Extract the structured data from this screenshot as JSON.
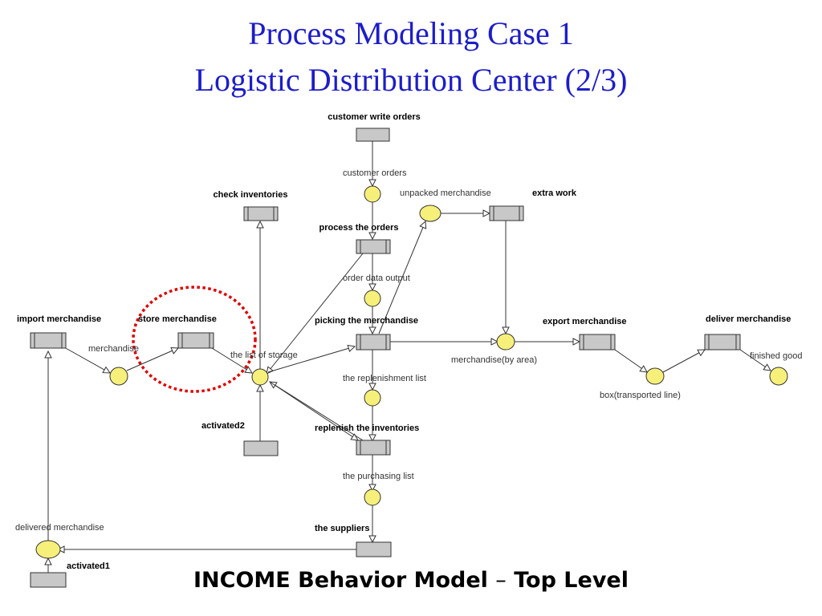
{
  "title_line1": "Process Modeling Case 1",
  "title_line2": "Logistic Distribution Center (2/3)",
  "caption": {
    "part1": "INCOME Behavior Model",
    "dash": "–",
    "part2": "Top Level"
  },
  "colors": {
    "title": "#1d1dc8",
    "place_fill": "#f6f07a",
    "transition_fill": "#c8c8c8",
    "highlight_circle": "#dd0000"
  },
  "transitions": {
    "customer_write_orders": "customer write orders",
    "check_inventories": "check inventories",
    "process_the_orders": "process the orders",
    "extra_work": "extra work",
    "import_merchandise": "import merchandise",
    "store_merchandise": "store merchandise",
    "picking_the_merchandise": "picking the merchandise",
    "export_merchandise": "export merchandise",
    "deliver_merchandise": "deliver merchandise",
    "activated2": "activated2",
    "replenish_the_inventories": "replenish the inventories",
    "the_suppliers": "the suppliers",
    "activated1": "activated1"
  },
  "places": {
    "customer_orders": "customer orders",
    "unpacked_merchandise": "unpacked merchandise",
    "order_data_output": "order data output",
    "merchandise": "merchandise",
    "the_list_of_storage": "the list of storage",
    "merchandise_by_area": "merchandise(by area)",
    "finished_good": "finished good",
    "the_replenishment_list": "the replenishment list",
    "box_transported_line": "box(transported line)",
    "the_purchasing_list": "the purchasing list",
    "delivered_merchandise": "delivered merchandise"
  }
}
